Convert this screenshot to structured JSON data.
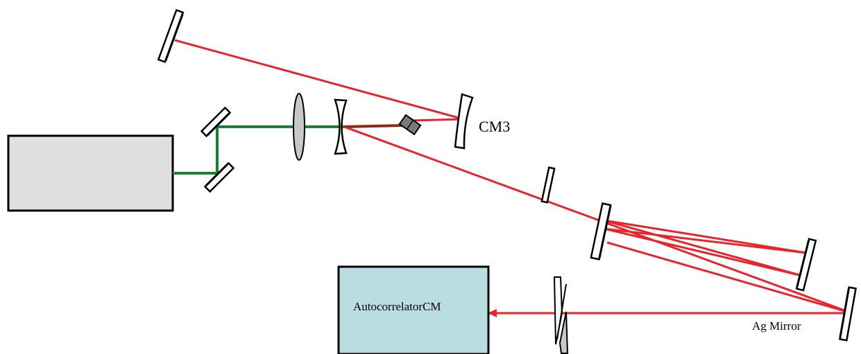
{
  "labels": {
    "cm3": "CM3",
    "autocorrelator": "AutocorrelatorCM",
    "ag_mirror": "Ag Mirror"
  },
  "colors": {
    "red_beam": "#e8232b",
    "green_beam": "#1e7e34",
    "pump_overlap": "#8b2a12",
    "laser_box_fill": "#e0e0e0",
    "autocorrelator_fill": "#b9dde1",
    "optic_gray": "#c8c8c8",
    "crystal_gray": "#7a7a7a",
    "outline": "#000000"
  }
}
